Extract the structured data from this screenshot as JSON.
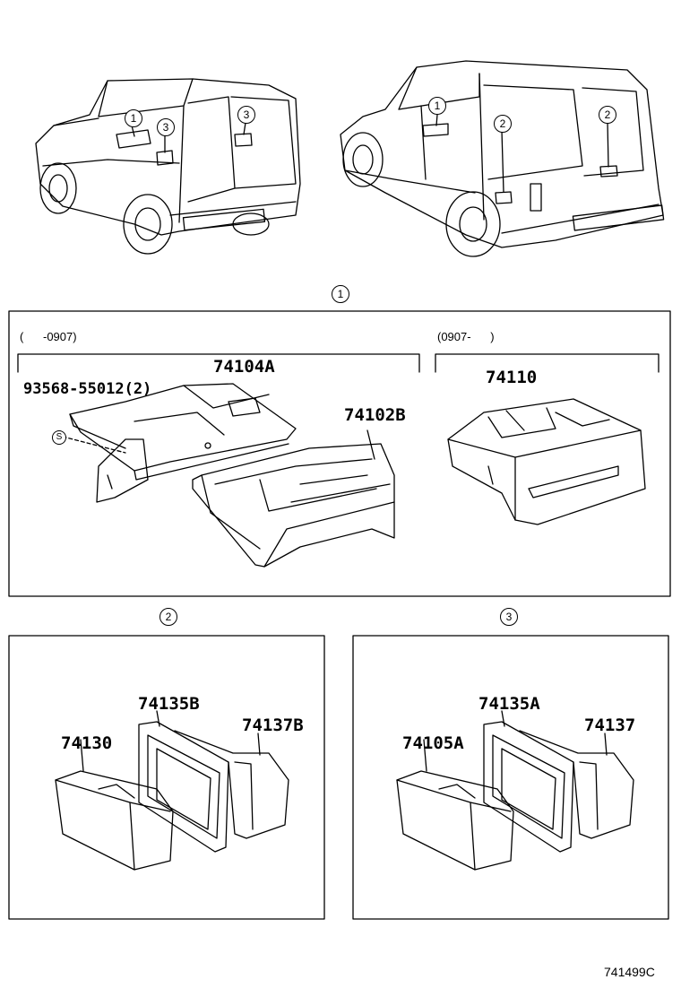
{
  "vehicle_callouts": {
    "short_a": "1",
    "short_b": "3",
    "short_c": "3",
    "long_a": "1",
    "long_b": "2",
    "long_c": "2"
  },
  "section1": {
    "marker": "1",
    "range_left": "(      -0907)",
    "range_right": "(0907-      )",
    "parts": {
      "p74104A": "74104A",
      "p93568": "93568-55012(2)",
      "p_s": "S",
      "p74102B": "74102B",
      "p74110": "74110"
    }
  },
  "section2": {
    "marker": "2",
    "parts": {
      "p74135B": "74135B",
      "p74137B": "74137B",
      "p74130": "74130"
    }
  },
  "section3": {
    "marker": "3",
    "parts": {
      "p74135A": "74135A",
      "p74137": "74137",
      "p74105A": "74105A"
    }
  },
  "footer_code": "741499C"
}
